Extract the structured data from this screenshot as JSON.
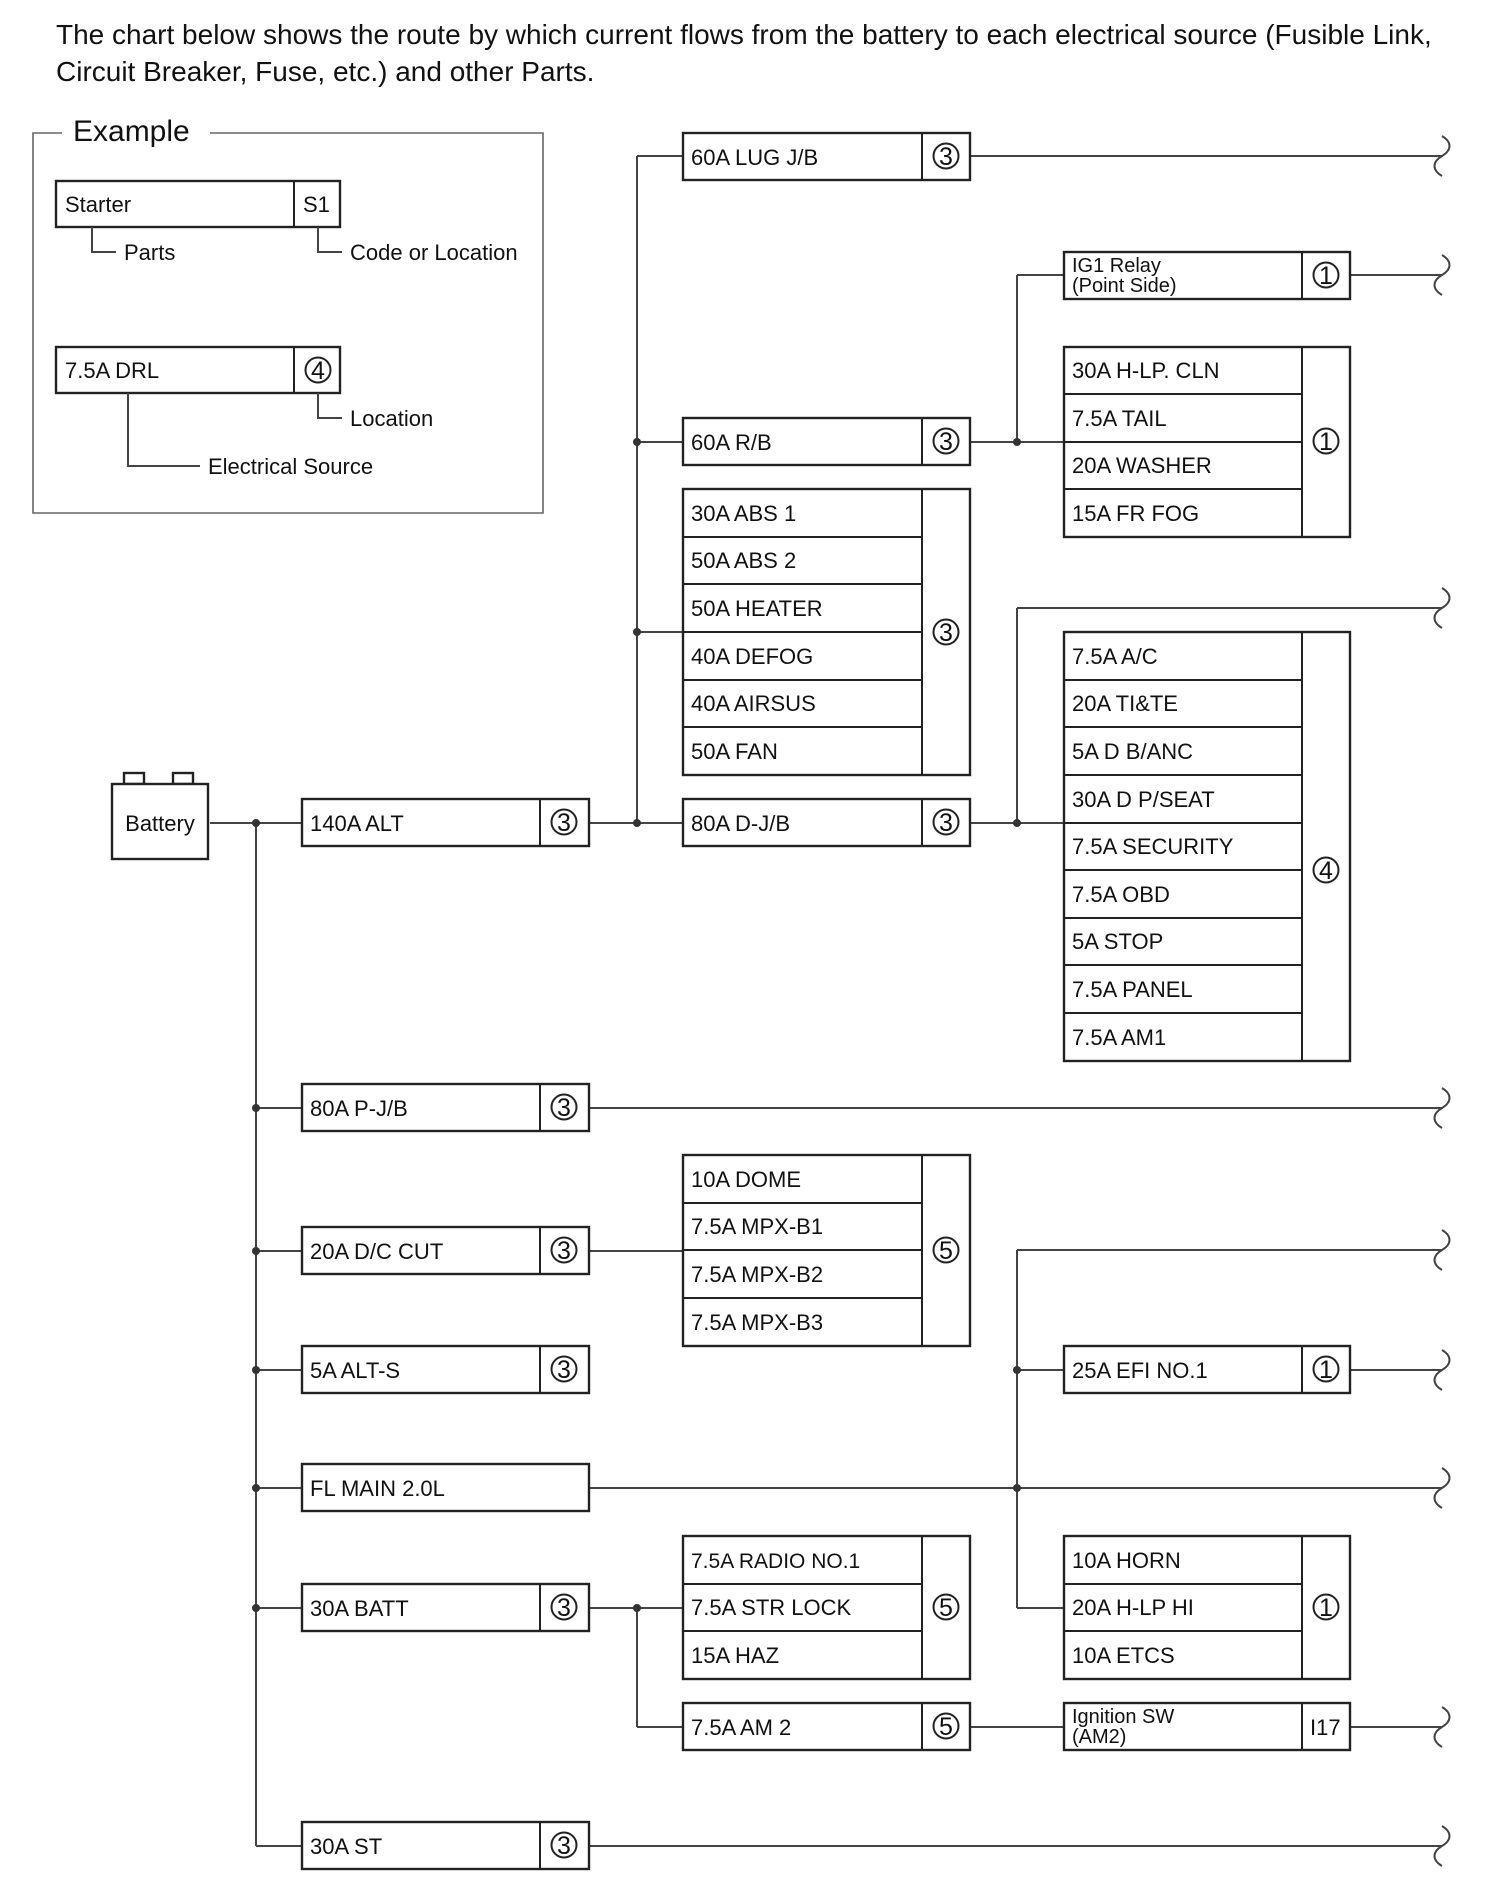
{
  "intro": "The chart below shows the route by which current flows from the battery to each electrical source (Fusible Link, Circuit Breaker, Fuse, etc.) and other Parts.",
  "example": {
    "heading": "Example",
    "part_box": "Starter",
    "part_code": "S1",
    "parts_label": "Parts",
    "code_label": "Code or Location",
    "source_box": "7.5A DRL",
    "source_location": "4",
    "location_label": "Location",
    "source_label": "Electrical Source"
  },
  "battery": "Battery",
  "sources": {
    "alt_140a": {
      "label": "140A ALT",
      "loc": "3"
    },
    "lug_jb": {
      "label": "60A LUG J/B",
      "loc": "3"
    },
    "rb": {
      "label": "60A R/B",
      "loc": "3"
    },
    "ig1_relay": {
      "label1": "IG1 Relay",
      "label2": "(Point Side)",
      "loc": "1"
    },
    "rb_group": {
      "items": [
        "30A H-LP. CLN",
        "7.5A TAIL",
        "20A WASHER",
        "15A FR FOG"
      ],
      "loc": "1"
    },
    "abs_group": {
      "items": [
        "30A ABS 1",
        "50A ABS 2",
        "50A HEATER",
        "40A DEFOG",
        "40A AIRSUS",
        "50A FAN"
      ],
      "loc": "3"
    },
    "d_jb": {
      "label": "80A D-J/B",
      "loc": "3"
    },
    "djb_group": {
      "items": [
        "7.5A A/C",
        "20A TI&TE",
        "5A D B/ANC",
        "30A D P/SEAT",
        "7.5A SECURITY",
        "7.5A OBD",
        "5A STOP",
        "7.5A PANEL",
        "7.5A AM1"
      ],
      "loc": "4"
    },
    "p_jb": {
      "label": "80A P-J/B",
      "loc": "3"
    },
    "dc_cut": {
      "label": "20A D/C CUT",
      "loc": "3"
    },
    "dc_group": {
      "items": [
        "10A DOME",
        "7.5A MPX-B1",
        "7.5A MPX-B2",
        "7.5A MPX-B3"
      ],
      "loc": "5"
    },
    "alt_s": {
      "label": "5A ALT-S",
      "loc": "3"
    },
    "efi": {
      "label": "25A EFI NO.1",
      "loc": "1"
    },
    "fl_main": {
      "label": "FL MAIN 2.0L"
    },
    "batt": {
      "label": "30A BATT",
      "loc": "3"
    },
    "batt_group": {
      "items": [
        "7.5A RADIO NO.1",
        "7.5A STR LOCK",
        "15A HAZ"
      ],
      "loc": "5"
    },
    "horn_group": {
      "items": [
        "10A HORN",
        "20A H-LP HI",
        "10A ETCS"
      ],
      "loc": "1"
    },
    "am2": {
      "label": "7.5A AM 2",
      "loc": "5"
    },
    "ign_sw": {
      "label1": "Ignition SW",
      "label2": "(AM2)",
      "code": "I17"
    },
    "st": {
      "label": "30A ST",
      "loc": "3"
    }
  }
}
